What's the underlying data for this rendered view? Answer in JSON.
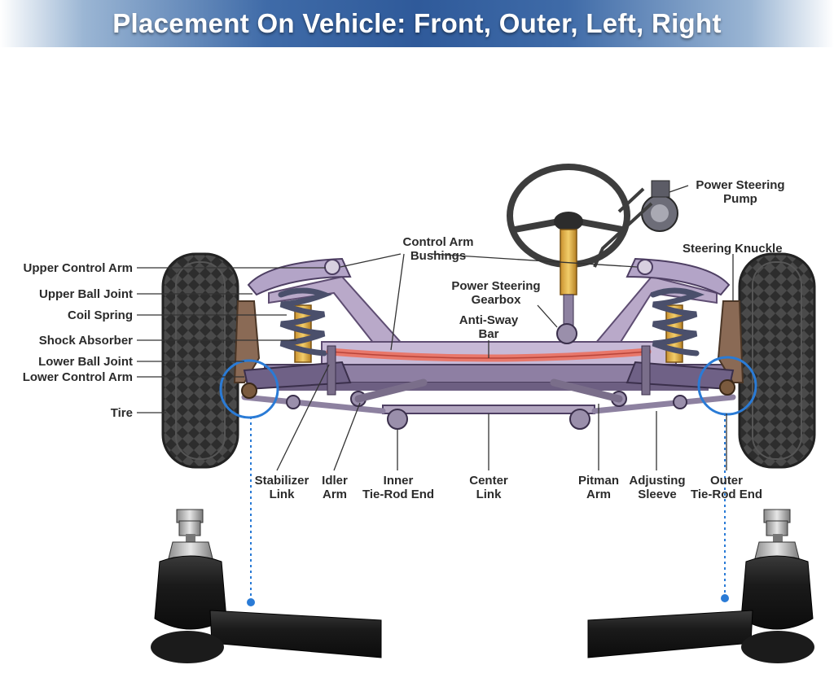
{
  "banner": {
    "title": "Placement On Vehicle: Front, Outer, Left, Right"
  },
  "labels": {
    "upper_control_arm": "Upper Control Arm",
    "upper_ball_joint": "Upper Ball Joint",
    "coil_spring": "Coil Spring",
    "shock_absorber": "Shock Absorber",
    "lower_ball_joint": "Lower Ball Joint",
    "lower_control_arm": "Lower Control Arm",
    "tire": "Tire",
    "control_arm_bushings_1": "Control Arm",
    "control_arm_bushings_2": "Bushings",
    "power_steering_gearbox_1": "Power Steering",
    "power_steering_gearbox_2": "Gearbox",
    "anti_sway_bar_1": "Anti-Sway",
    "anti_sway_bar_2": "Bar",
    "power_steering_pump_1": "Power Steering",
    "power_steering_pump_2": "Pump",
    "steering_knuckle": "Steering Knuckle",
    "stabilizer_link_1": "Stabilizer",
    "stabilizer_link_2": "Link",
    "idler_arm_1": "Idler",
    "idler_arm_2": "Arm",
    "inner_tie_rod_end_1": "Inner",
    "inner_tie_rod_end_2": "Tie-Rod End",
    "center_link_1": "Center",
    "center_link_2": "Link",
    "pitman_arm_1": "Pitman",
    "pitman_arm_2": "Arm",
    "adjusting_sleeve_1": "Adjusting",
    "adjusting_sleeve_2": "Sleeve",
    "outer_tie_rod_end_1": "Outer",
    "outer_tie_rod_end_2": "Tie-Rod End"
  },
  "colors": {
    "banner": "#2f5a9a",
    "frame": "#b9a9c9",
    "anti_sway_bar": "#e8776a",
    "highlight_circle": "#2a7bd6",
    "tire": "#2e2e2e",
    "spring": "#4a4f6b",
    "shock": "#e6b84a",
    "tie_rod_part": "#1c1c1c"
  }
}
